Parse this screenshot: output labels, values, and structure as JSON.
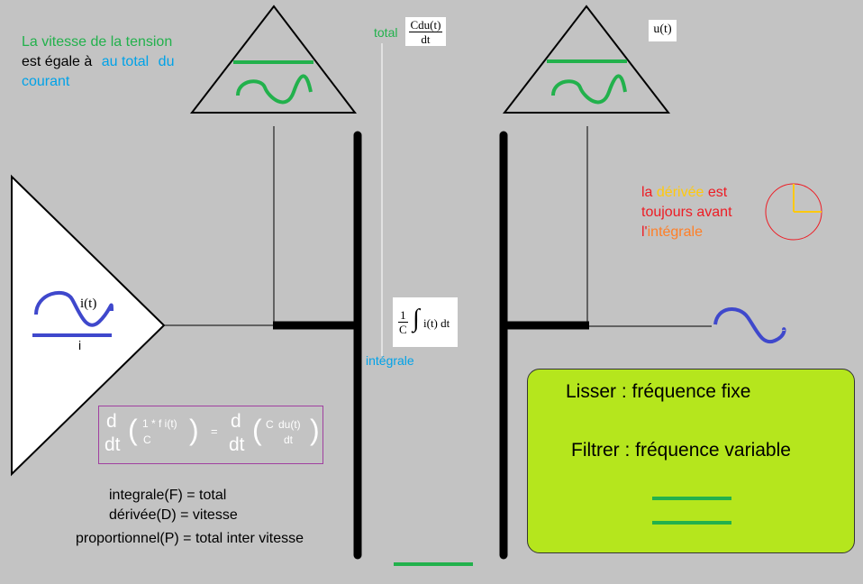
{
  "intro": {
    "line1": "La vitesse de la tension",
    "line2a": "est égale à",
    "line2b": "au total",
    "line2c": "du",
    "line3": "courant"
  },
  "top_labels": {
    "total": "total",
    "cdu_num": "Cdu(t)",
    "cdu_den": "dt",
    "ut": "u(t)"
  },
  "left_triangle": {
    "it_label": "i(t)",
    "i_label": "i"
  },
  "integral_label": {
    "frac_num": "1",
    "frac_den": "C",
    "sign": "∫",
    "body": "i(t) dt",
    "caption": "intégrale"
  },
  "derivee_note": {
    "word_la": "la",
    "word_derivee": "dérivée",
    "word_est": "est",
    "line2": "toujours avant",
    "line3_prefix": "l'",
    "line3_word": "intégrale"
  },
  "formula": {
    "d1": "d",
    "dt1": "dt",
    "paren_open1": "(",
    "one_f": "1 * f i(t)",
    "c1": "C",
    "paren_close1": ")",
    "equals": "=",
    "d2": "d",
    "dt2": "dt",
    "paren_open2": "(",
    "c2": "C",
    "dut": "du(t)",
    "dt3": "dt",
    "paren_close2": ")"
  },
  "pid": {
    "integrale": "integrale(F) = total",
    "derivee": "dérivée(D) = vitesse",
    "proportionnel": "proportionnel(P) = total inter vitesse"
  },
  "panel": {
    "lisser": "Lisser : fréquence fixe",
    "filtrer": "Filtrer : fréquence variable"
  },
  "colors": {
    "background": "#c3c3c3",
    "green_text": "#22b14c",
    "blue_text": "#00a2e8",
    "red_text": "#ed1c24",
    "orange_text": "#ff7f27",
    "yellow_text": "#ffc90e",
    "wave_blue": "#3f48cc",
    "wave_green": "#22b14c",
    "panel_green": "#b5e61d",
    "formula_border": "#a040a0"
  }
}
